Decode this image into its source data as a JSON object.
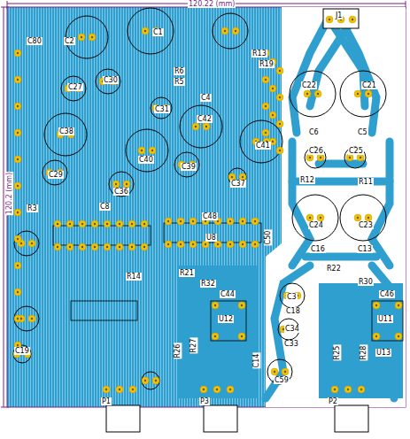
{
  "diagram": {
    "labels": [
      "120.22 (mm)",
      "120.2 (mm)",
      "J1",
      "C80",
      "C2",
      "C1",
      "C27",
      "C30",
      "R6",
      "R5",
      "R13",
      "R19",
      "C31",
      "C4",
      "C42",
      "C41",
      "C38",
      "C40",
      "C39",
      "C37",
      "C36",
      "C29",
      "C8",
      "R3",
      "U8",
      "C50",
      "C48",
      "R14",
      "C22",
      "C21",
      "C6",
      "C5",
      "C26",
      "C25",
      "R12",
      "R11",
      "C24",
      "C23",
      "C16",
      "C13",
      "R22",
      "R30",
      "C46",
      "C44",
      "R21",
      "R32",
      "U12",
      "C3",
      "C18",
      "C34",
      "C33",
      "C59",
      "C14",
      "R26",
      "R27",
      "C19",
      "U11",
      "U13",
      "R28",
      "R25",
      "P1",
      "P3",
      "P2"
    ]
  }
}
